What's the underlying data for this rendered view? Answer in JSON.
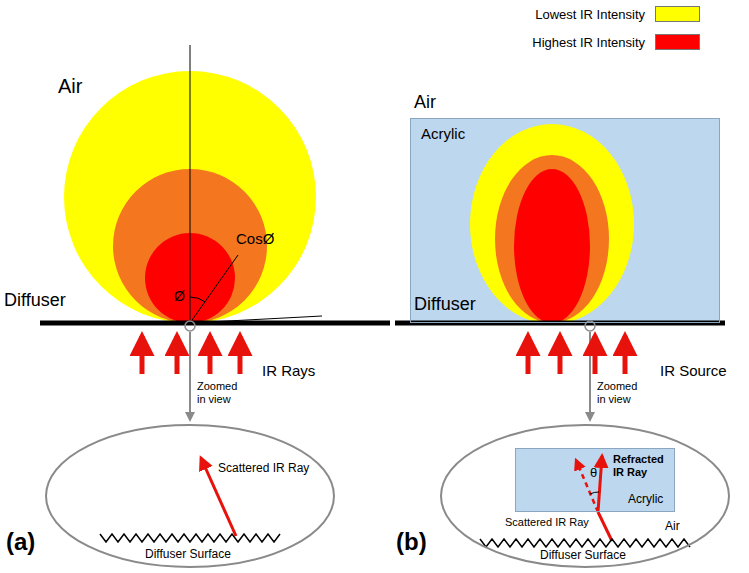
{
  "diagram": {
    "nodes": [
      {
        "text": [
          "Acrylic"
        ]
      },
      {
        "text": [
          "Scattered IR Ray",
          "Diffuser Surface"
        ]
      },
      {
        "text": [
          "Scattered IR Ray",
          "Air",
          "Diffuser Surface"
        ]
      },
      {
        "text": [
          "Refracted IR Ray",
          "Acrylic"
        ],
        "in": 2
      }
    ],
    "labels": [
      "Air",
      "CosØ",
      "Ø",
      "Diffuser",
      "IR Rays",
      "Zoomed in view",
      "(a)",
      "Air",
      "Diffuser",
      "IR Source",
      "Zoomed in view",
      "θ",
      "(b)"
    ],
    "legend": [
      {
        "text": "Lowest IR Intensity",
        "color": "#ffff00"
      },
      {
        "text": "Highest IR Intensity",
        "color": "#ff0000"
      }
    ]
  }
}
